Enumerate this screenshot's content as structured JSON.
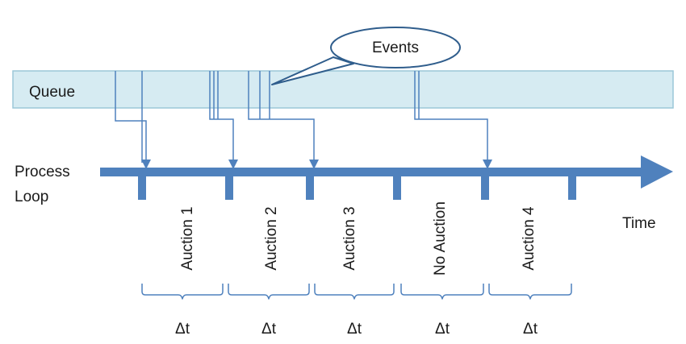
{
  "queue_label": "Queue",
  "callout_label": "Events",
  "process_label_line1": "Process",
  "process_label_line2": "Loop",
  "time_label": "Time",
  "intervals": [
    {
      "label": "Auction 1",
      "delta": "Δt"
    },
    {
      "label": "Auction 2",
      "delta": "Δt"
    },
    {
      "label": "Auction 3",
      "delta": "Δt"
    },
    {
      "label": "No Auction",
      "delta": "Δt"
    },
    {
      "label": "Auction 4",
      "delta": "Δt"
    }
  ],
  "colors": {
    "queue_fill": "#d6ebf2",
    "queue_stroke": "#9cc7d8",
    "loop": "#4f81bd",
    "event_lines": "#4f81bd",
    "brace": "#4f81bd",
    "callout_stroke": "#2f5d8c"
  }
}
